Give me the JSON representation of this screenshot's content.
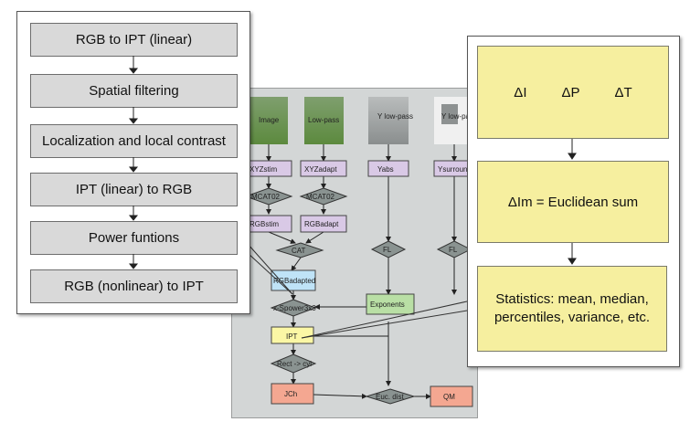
{
  "steps": [
    "RGB to IPT (linear)",
    "Spatial filtering",
    "Localization and local contrast",
    "IPT (linear) to RGB",
    "Power funtions",
    "RGB (nonlinear) to IPT"
  ],
  "metrics": {
    "deltas": [
      "ΔI",
      "ΔP",
      "ΔT"
    ],
    "euclidean": "ΔIm = Euclidean sum",
    "statistics": "Statistics: mean, median, percentiles, variance, etc."
  },
  "background": {
    "thumbs": [
      "Image",
      "Low-pass",
      "Y low-pass",
      "Y low-pass"
    ],
    "xyz_stim": "XYZstim",
    "xyz_adapt": "XYZadapt",
    "y_abs": "Yabs",
    "y_surround": "Ysurround",
    "mcat_1": "MCAT02",
    "mcat_2": "MCAT02",
    "rgb_stim": "RGBstim",
    "rgb_adapt": "RGBadapt",
    "cat": "CAT",
    "fl_1": "FL",
    "fl_2": "FL",
    "rgb_adapted": "RGBadapted",
    "exponents": "Exponents",
    "power": "x-Spower3x3",
    "ipt": "IPT",
    "rect_cyl": "Rect -> cyl",
    "jch": "JCh",
    "euc_dist": "Euc. dist",
    "qm": "QM"
  },
  "colors": {
    "step_fill": "#d9d9d9",
    "metric_fill": "#f6ef9f",
    "node_purple": "#d9c9e6",
    "node_green": "#b9dfa5",
    "node_yellow": "#fbf7a5",
    "node_salmon": "#f4a791",
    "node_blue": "#bfe3f7",
    "diamond": "#8a9391"
  }
}
